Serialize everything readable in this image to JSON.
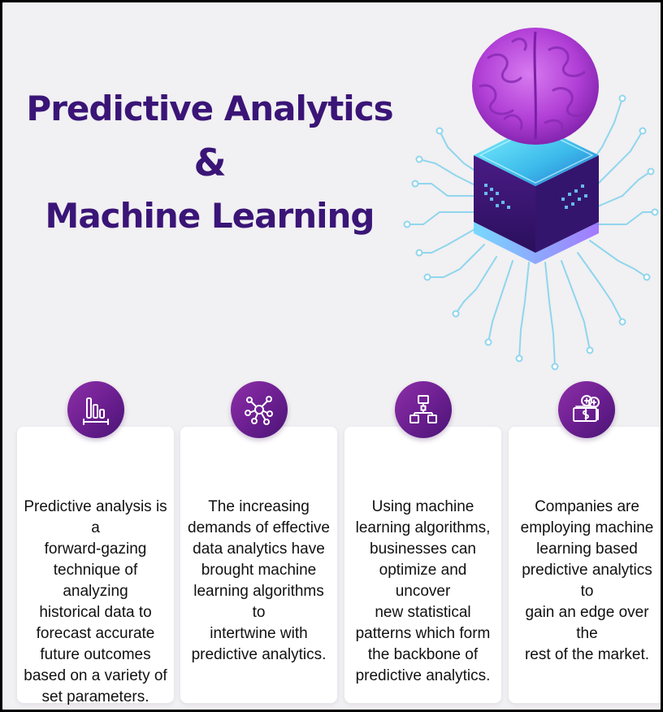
{
  "title": {
    "line1": "Predictive Analytics",
    "line2": "&",
    "line3": "Machine Learning"
  },
  "hero": {
    "icon": "brain-on-chip-illustration",
    "colors": {
      "brain": "#b13fd6",
      "chip": "#3d1a7a",
      "glow": "#7ff2ff",
      "traces": "#8fd6ee"
    }
  },
  "colors": {
    "title": "#3a1577",
    "background": "#f1f0f2",
    "badge_start": "#8e2fa8",
    "badge_end": "#4a1575"
  },
  "cards": [
    {
      "icon": "bar-chart-icon",
      "lines": [
        "Predictive analysis is a",
        "forward-gazing",
        "technique of analyzing",
        "historical data to",
        "forecast accurate",
        "future outcomes",
        "based on a variety of",
        "set parameters."
      ]
    },
    {
      "icon": "network-nodes-icon",
      "lines": [
        "The increasing",
        "demands of effective",
        "data analytics have",
        "brought machine",
        "learning algorithms to",
        "intertwine with",
        "predictive analytics."
      ]
    },
    {
      "icon": "hierarchy-flowchart-icon",
      "lines": [
        "Using machine",
        "learning algorithms,",
        "businesses can",
        "optimize and uncover",
        "new statistical",
        "patterns which form",
        "the backbone of",
        "predictive analytics."
      ]
    },
    {
      "icon": "money-coins-icon",
      "lines": [
        "Companies are",
        "employing machine",
        "learning based",
        "predictive analytics to",
        "gain an edge over the",
        "rest of the market."
      ]
    }
  ]
}
